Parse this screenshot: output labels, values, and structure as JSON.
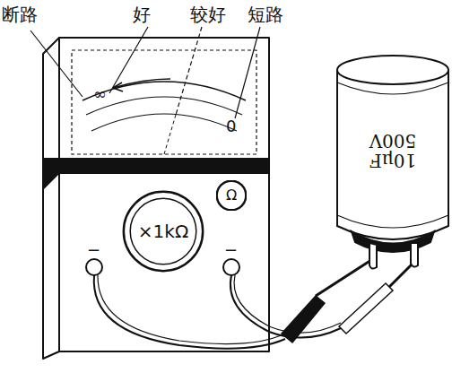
{
  "diagram": {
    "nodes": [
      {
        "text": [
          "×1kΩ"
        ]
      },
      {
        "text": [
          "Ω"
        ]
      },
      {
        "text": [
          "10μF 500V"
        ]
      }
    ],
    "labels": [
      "断路",
      "好",
      "较好",
      "短路",
      "∞",
      "0",
      "−",
      "−"
    ]
  }
}
